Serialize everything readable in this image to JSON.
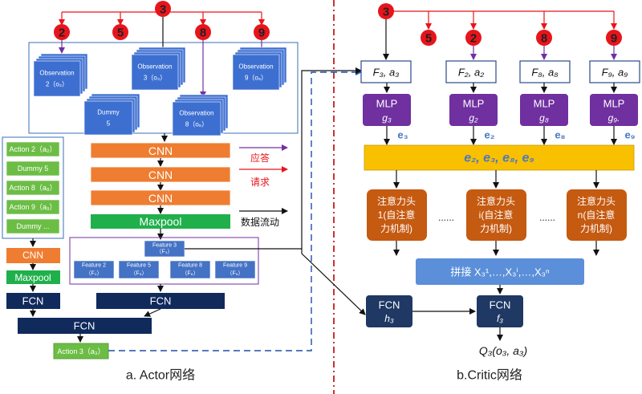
{
  "colors": {
    "red": "#e8141b",
    "obs_blue": "#3d6fd1",
    "obs_edge": "#2a55aa",
    "action_green": "#6cbd45",
    "orange": "#ef7d31",
    "maxpool_green": "#20b04b",
    "navy": "#102a5c",
    "feature_blue": "#4472c4",
    "mlp_purple": "#7030a0",
    "fcn_navy": "#1f3864",
    "yellow": "#f9c000",
    "attention_brown": "#c55a11",
    "concat_blue": "#5b8fd9",
    "e_label": "#4a78c2",
    "purple_line": "#7030a0",
    "dash_line": "#1f4ea8",
    "divider": "#c00000"
  },
  "actor": {
    "root_agent": "3",
    "neighbors": [
      "2",
      "5",
      "8",
      "9"
    ],
    "observations": [
      {
        "line1": "Observation",
        "line2": "2（o₂）"
      },
      {
        "line1": "Observation",
        "line2": "3（o₃）"
      },
      {
        "line1": "Observation",
        "line2": "9（o₉）"
      },
      {
        "line1": "Dummy",
        "line2": "5"
      },
      {
        "line1": "Observation",
        "line2": "8（o₈）"
      }
    ],
    "action_list": [
      "Action 2（a₂）",
      "Dummy  5",
      "Action 8（a₈）",
      "Action 9（a₉）",
      "Dummy ..."
    ],
    "cnn_labels": [
      "CNN",
      "CNN",
      "CNN"
    ],
    "maxpool_label": "Maxpool",
    "legend": {
      "response": "应答",
      "request": "请求",
      "dataflow": "数据流动"
    },
    "features": [
      {
        "line1": "Feature 3",
        "line2": "（F₃）"
      },
      {
        "line1": "Feature 2",
        "line2": "（F₂）"
      },
      {
        "line1": "Feature 5",
        "line2": "（F₅）"
      },
      {
        "line1": "Feature 8",
        "line2": "（F₈）"
      },
      {
        "line1": "Feature 9",
        "line2": "（F₉）"
      }
    ],
    "left_cnn": "CNN",
    "left_maxpool": "Maxpool",
    "fcn_left": "FCN",
    "fcn_right": "FCN",
    "fcn_bottom": "FCN",
    "output_action": "Action 3（a₃）",
    "caption": "a. Actor网络"
  },
  "critic": {
    "root_agent": "3",
    "neighbors": [
      "5",
      "2",
      "8",
      "9"
    ],
    "inputs": [
      "F₃, a₃",
      "F₂, a₂",
      "F₈, a₈",
      "F₉, a₉"
    ],
    "mlp_title": "MLP",
    "mlp_g": [
      "g₃",
      "g₂",
      "g₈",
      "g₉."
    ],
    "e_labels": [
      "e₃",
      "e₂",
      "e₈",
      "e₉"
    ],
    "embedding_bar": "e₂, e₃, e₈, e₉",
    "heads": [
      {
        "line1": "注意力头",
        "line2": "1(自注意",
        "line3": "力机制)"
      },
      {
        "line1": "注意力头",
        "line2": "i(自注意",
        "line3": "力机制)"
      },
      {
        "line1": "注意力头",
        "line2": "n(自注意",
        "line3": "力机制)"
      }
    ],
    "dots": "......",
    "concat": "拼接 X₃¹,…,X₃ⁱ,…,X₃ⁿ",
    "fcn_h_title": "FCN",
    "fcn_h_sub": "h₃",
    "fcn_f_title": "FCN",
    "fcn_f_sub": "f₃",
    "q_output": "Q₃(o₃, a₃)",
    "caption": "b.Critic网络"
  }
}
